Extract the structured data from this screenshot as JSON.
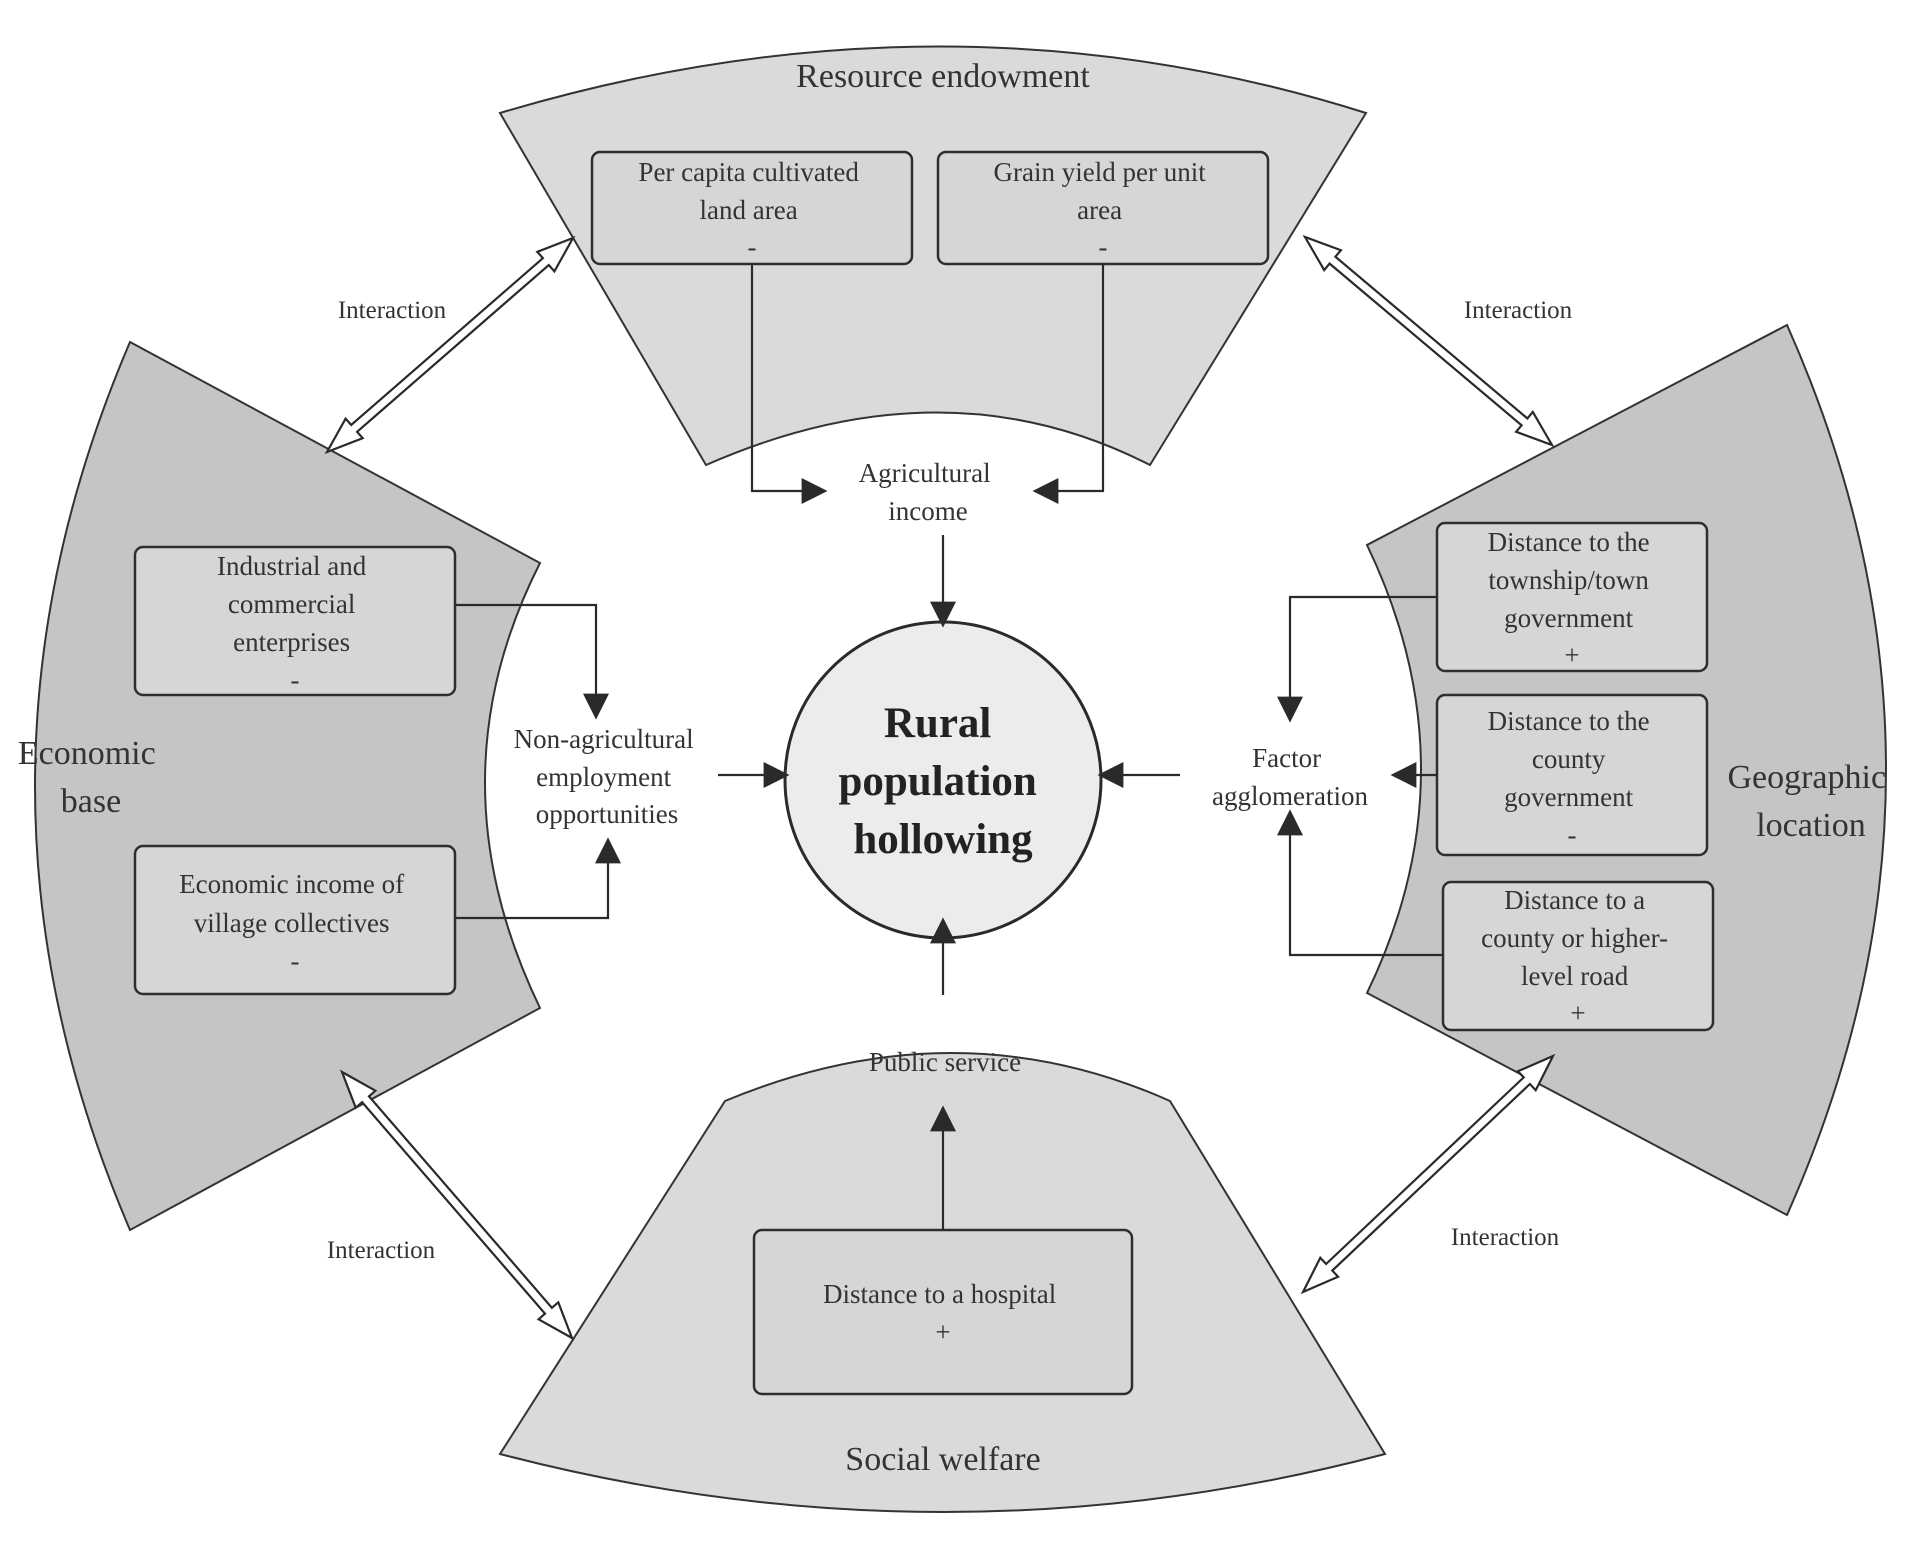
{
  "segments": {
    "resource": "Resource endowment",
    "economic": [
      "Economic",
      "base"
    ],
    "geographic": [
      "Geographic",
      "location"
    ],
    "social": "Social welfare"
  },
  "center": [
    "Rural",
    "population",
    "hollowing"
  ],
  "boxes": {
    "per_capita_land": [
      "Per capita cultivated",
      "land area",
      "-"
    ],
    "grain_yield": [
      "Grain yield per unit",
      "area",
      "-"
    ],
    "industrial": [
      "Industrial and",
      "commercial",
      "enterprises",
      "-"
    ],
    "collective_income": [
      "Economic income of",
      "village collectives",
      "-"
    ],
    "dist_township": [
      "Distance to the",
      "township/town",
      "government",
      "+"
    ],
    "dist_county": [
      "Distance to the",
      "county",
      "government",
      "-"
    ],
    "dist_road": [
      "Distance to a",
      "county or higher-",
      "level road",
      "+"
    ],
    "dist_hospital": [
      "Distance to a hospital",
      "+"
    ]
  },
  "nodes": {
    "agricultural_income": [
      "Agricultural",
      "income"
    ],
    "non_agri_employment": [
      "Non-agricultural",
      "employment",
      "opportunities"
    ],
    "factor_agglomeration": [
      "Factor",
      "agglomeration"
    ],
    "public_service": "Public service"
  },
  "interaction_label": "Interaction"
}
